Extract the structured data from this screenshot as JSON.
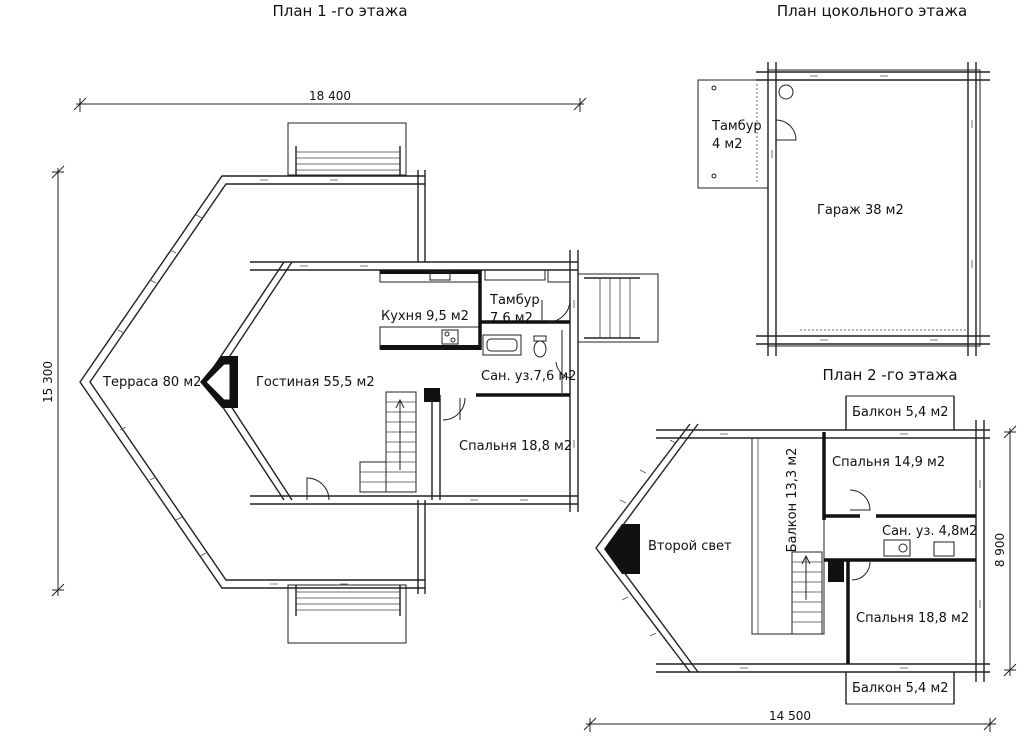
{
  "titles": {
    "floor1": "План 1 -го этажа",
    "basement": "План цокольного этажа",
    "floor2": "План 2 -го этажа"
  },
  "dimensions": {
    "floor1_width": "18 400",
    "floor1_height": "15 300",
    "floor2_width": "14 500",
    "floor2_height": "8 900"
  },
  "rooms": {
    "floor1": {
      "terrace": "Терраса 80 м2",
      "living": "Гостиная 55,5 м2",
      "kitchen": "Кухня 9,5 м2",
      "vestibule_1": "Тамбур",
      "vestibule_2": "7,6 м2",
      "bathroom": "Сан. уз.7,6 м2",
      "bedroom": "Спальня 18,8 м2"
    },
    "basement": {
      "vestibule_1": "Тамбур",
      "vestibule_2": "4 м2",
      "garage": "Гараж 38 м2"
    },
    "floor2": {
      "balcony_top": "Балкон 5,4 м2",
      "bedroom_1": "Спальня 14,9 м2",
      "balcony_long": "Балкон 13,3 м2",
      "bathroom": "Сан. уз. 4,8м2",
      "second_light": "Второй свет",
      "bedroom_2": "Спальня 18,8 м2",
      "balcony_bottom": "Балкон 5,4 м2"
    }
  }
}
